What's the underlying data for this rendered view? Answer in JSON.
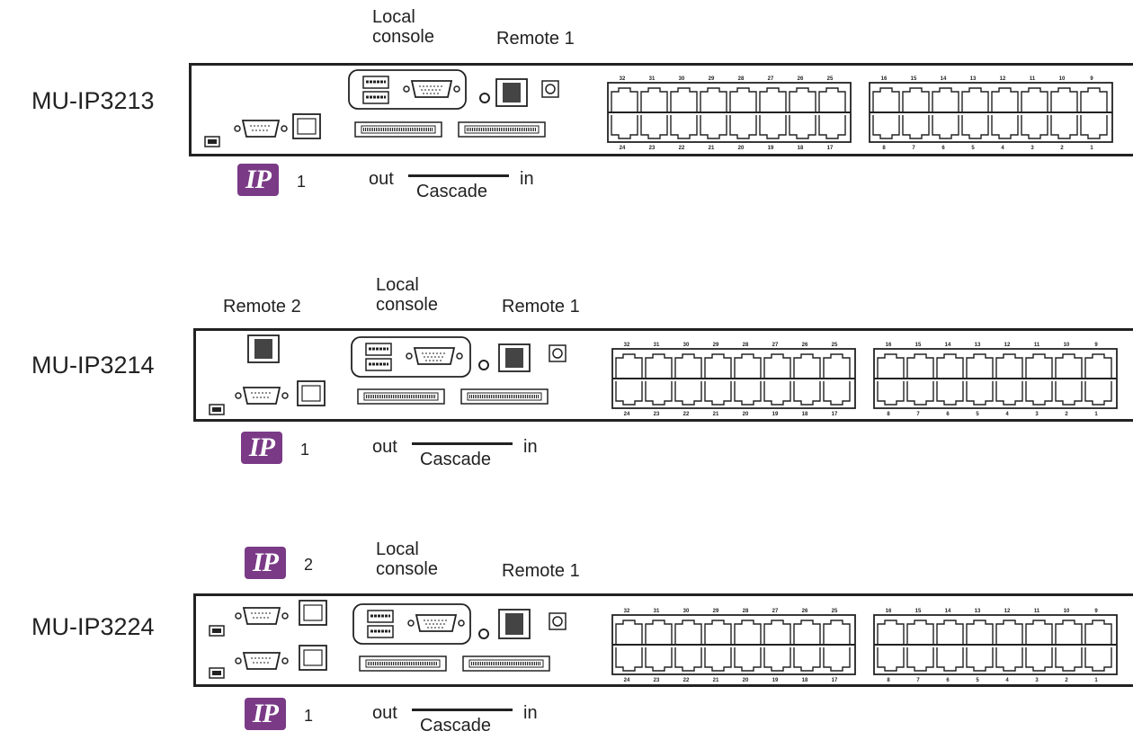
{
  "units": [
    {
      "model": "MU-IP3213",
      "labels": {
        "local": "Local\nconsole",
        "remote1": "Remote 1",
        "remote2": ""
      },
      "ip_top": "",
      "ip_bottom": "1",
      "cascade": {
        "out": "out",
        "name": "Cascade",
        "in": "in"
      }
    },
    {
      "model": "MU-IP3214",
      "labels": {
        "local": "Local\nconsole",
        "remote1": "Remote 1",
        "remote2": "Remote 2"
      },
      "ip_top": "",
      "ip_bottom": "1",
      "cascade": {
        "out": "out",
        "name": "Cascade",
        "in": "in"
      }
    },
    {
      "model": "MU-IP3224",
      "labels": {
        "local": "Local\nconsole",
        "remote1": "Remote 1",
        "remote2": ""
      },
      "ip_top": "2",
      "ip_bottom": "1",
      "cascade": {
        "out": "out",
        "name": "Cascade",
        "in": "in"
      }
    }
  ],
  "ip_logo_text": "IP",
  "port_numbers": {
    "group_a_top": [
      "32",
      "31",
      "30",
      "29",
      "28",
      "27",
      "26",
      "25"
    ],
    "group_a_bottom": [
      "24",
      "23",
      "22",
      "21",
      "20",
      "19",
      "18",
      "17"
    ],
    "group_b_top": [
      "16",
      "15",
      "14",
      "13",
      "12",
      "11",
      "10",
      "9"
    ],
    "group_b_bottom": [
      "8",
      "7",
      "6",
      "5",
      "4",
      "3",
      "2",
      "1"
    ]
  },
  "colors": {
    "ip_badge": "#7a3a86",
    "line": "#222222"
  }
}
